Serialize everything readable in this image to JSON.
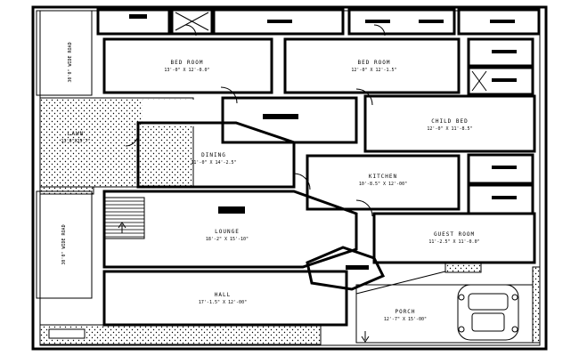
{
  "plan": {
    "rooms": [
      {
        "key": "bed1",
        "name": "BED ROOM",
        "dims": "13'-0\" X 12'-0.0\""
      },
      {
        "key": "bed2",
        "name": "BED ROOM",
        "dims": "12'-0\" X 12'-1.5\""
      },
      {
        "key": "child",
        "name": "CHILD BED",
        "dims": "12'-0\" X 11'-8.5\""
      },
      {
        "key": "dining",
        "name": "DINING",
        "dims": "11'-0\" X 14'-2.5\""
      },
      {
        "key": "kitchen",
        "name": "KITCHEN",
        "dims": "10'-8.5\" X 12'-00\""
      },
      {
        "key": "lounge",
        "name": "LOUNGE",
        "dims": "18'-2\" X 15'-10\""
      },
      {
        "key": "guest",
        "name": "GUEST ROOM",
        "dims": "11'-2.5\" X 11'-0.0\""
      },
      {
        "key": "hall",
        "name": "HALL",
        "dims": "17'-1.5\" X 12'-00\""
      },
      {
        "key": "porch",
        "name": "PORCH",
        "dims": "12'-7\" X 15'-00\""
      },
      {
        "key": "lawn",
        "name": "LAWN",
        "dims": "13'6\"X25'7\""
      }
    ],
    "side_labels": {
      "top": "30'0\" WIDE ROAD",
      "bottom": "30'0\" WIDE ROAD"
    }
  }
}
